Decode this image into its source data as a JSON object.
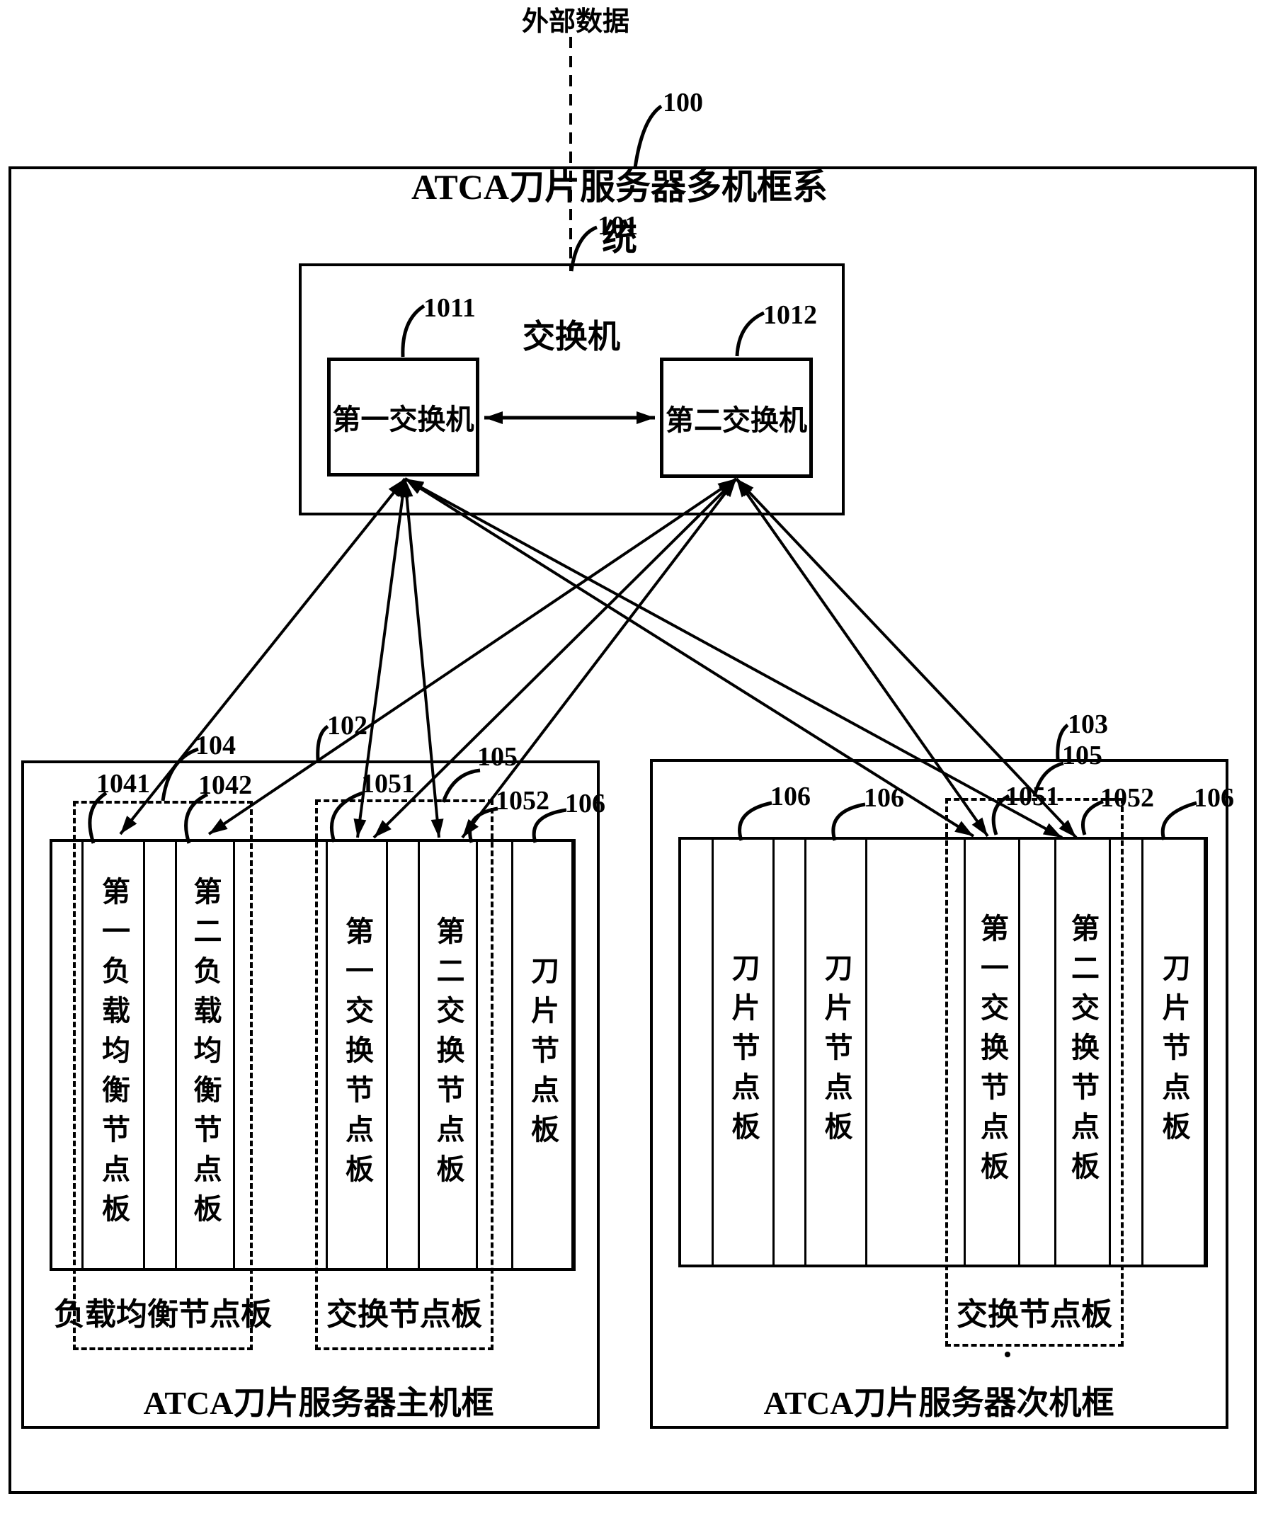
{
  "diagram": {
    "external_data_label": "外部数据",
    "system": {
      "ref": "100",
      "title": "ATCA刀片服务器多机框系统"
    },
    "switch_unit": {
      "ref": "101",
      "title": "交换机",
      "first_switch": {
        "ref": "1011",
        "label": "第一交换机"
      },
      "second_switch": {
        "ref": "1012",
        "label": "第二交换机"
      }
    },
    "main_chassis": {
      "ref": "102",
      "title": "ATCA刀片服务器主机框",
      "load_balance_group": {
        "ref": "104",
        "caption": "负载均衡节点板"
      },
      "first_lb_board": {
        "ref": "1041",
        "label": "第一负载均衡节点板"
      },
      "second_lb_board": {
        "ref": "1042",
        "label": "第二负载均衡节点板"
      },
      "switch_node_group": {
        "ref": "105",
        "caption": "交换节点板"
      },
      "first_switch_board": {
        "ref": "1051",
        "label": "第一交换节点板"
      },
      "second_switch_board": {
        "ref": "1052",
        "label": "第二交换节点板"
      },
      "blade_board": {
        "ref": "106",
        "label": "刀片节点板"
      }
    },
    "secondary_chassis": {
      "ref": "103",
      "title": "ATCA刀片服务器次机框",
      "first_blade_board": {
        "ref": "106",
        "label": "刀片节点板"
      },
      "second_blade_board": {
        "ref": "106",
        "label": "刀片节点板"
      },
      "switch_node_group": {
        "ref": "105",
        "caption": "交换节点板"
      },
      "first_switch_board": {
        "ref": "1051",
        "label": "第一交换节点板"
      },
      "second_switch_board": {
        "ref": "1052",
        "label": "第二交换节点板"
      },
      "third_blade_board": {
        "ref": "106",
        "label": "刀片节点板"
      }
    }
  }
}
